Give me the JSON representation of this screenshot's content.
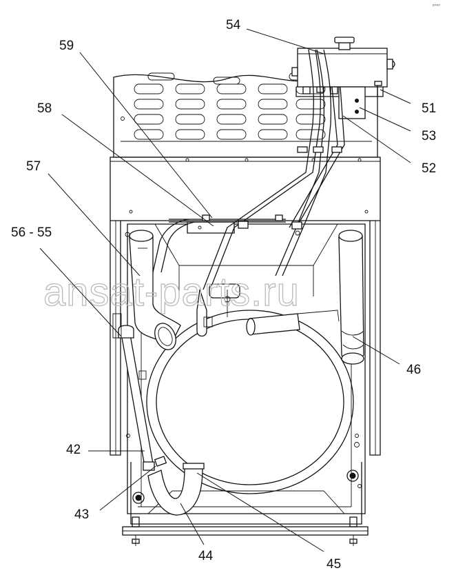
{
  "watermark": "ansat-parts.ru",
  "corner_mark": "ᵖᵒʷᵉʳ",
  "callouts": [
    {
      "id": "54",
      "text": "54"
    },
    {
      "id": "59",
      "text": "59"
    },
    {
      "id": "58",
      "text": "58"
    },
    {
      "id": "57",
      "text": "57"
    },
    {
      "id": "56-55",
      "text": "56 - 55"
    },
    {
      "id": "51",
      "text": "51"
    },
    {
      "id": "53",
      "text": "53"
    },
    {
      "id": "52",
      "text": "52"
    },
    {
      "id": "46",
      "text": "46"
    },
    {
      "id": "42",
      "text": "42"
    },
    {
      "id": "43",
      "text": "43"
    },
    {
      "id": "44",
      "text": "44"
    },
    {
      "id": "45",
      "text": "45"
    }
  ]
}
